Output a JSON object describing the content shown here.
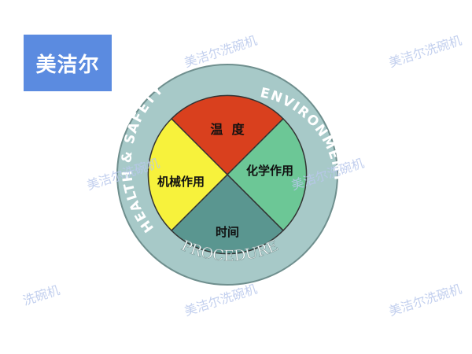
{
  "logo": {
    "text": "美洁尔"
  },
  "watermark": "美洁尔洗碗机",
  "watermark_short": "洗碗机",
  "ring": {
    "top_text": "HEALTH & SAFETY",
    "right_text": "ENVIRONMENT",
    "bottom_text": "PROCEDURE"
  },
  "segments": {
    "top": {
      "label": "温  度",
      "color": "#d9401e"
    },
    "right": {
      "label": "化学作用",
      "color": "#6cc796"
    },
    "bottom": {
      "label": "时间",
      "color": "#5a9690"
    },
    "left": {
      "label": "机械作用",
      "color": "#f7f23c"
    }
  },
  "colors": {
    "ring": "#a7c9c8",
    "ring_outline": "#6f8f8e",
    "logo_bg": "#5b8be0",
    "watermark": "#b9c8ec"
  }
}
